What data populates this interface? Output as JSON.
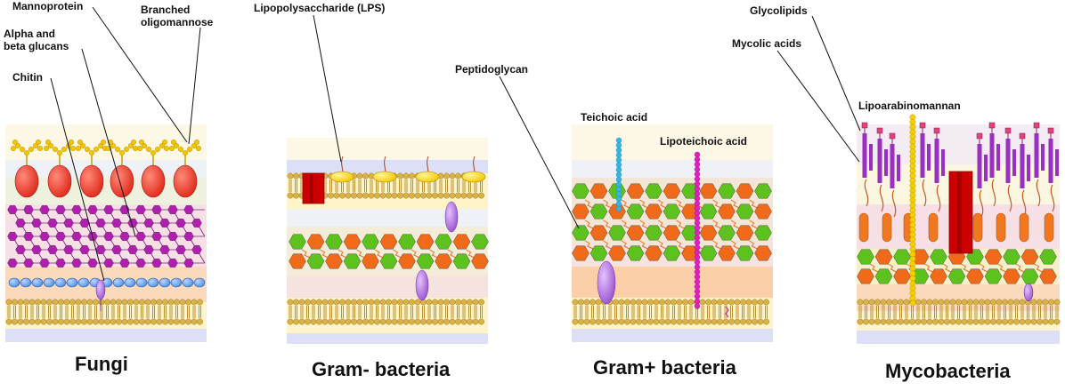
{
  "labels": {
    "mannoprotein": "Mannoprotein",
    "branched_line1": "Branched",
    "branched_line2": "oligomannose",
    "glucans_line1": "Alpha and",
    "glucans_line2": "beta glucans",
    "chitin": "Chitin",
    "lps": "Lipopolysaccharide (LPS)",
    "peptidoglycan": "Peptidoglycan",
    "teichoic": "Teichoic acid",
    "lipoteichoic": "Lipoteichoic acid",
    "glycolipids": "Glycolipids",
    "mycolic": "Mycolic acids",
    "lipoarabinomannan": "Lipoarabinomannan"
  },
  "titles": {
    "fungi": "Fungi",
    "gram_neg": "Gram- bacteria",
    "gram_pos": "Gram+ bacteria",
    "myco": "Mycobacteria"
  },
  "colors": {
    "membrane_head": "#d9b24a",
    "membrane_tail": "#b89232",
    "mannoprotein": "#e02a1a",
    "oligomannose": "#f2c500",
    "glucan": "#b21fb0",
    "chitin": "#4f8fe6",
    "peptidoglycan_green": "#5dc21e",
    "peptidoglycan_orange": "#f06a1a",
    "lps_head": "#f5c800",
    "porin": "#cc0000",
    "membrane_protein": "#9a55d0",
    "teichoic": "#36b7e0",
    "lipoteichoic": "#e020c0",
    "mycolic": "#9a2fc0",
    "arabinogalactan": "#f07820",
    "lipoarabinomannan": "#f5d000",
    "glycolipid_head": "#e8407a"
  }
}
